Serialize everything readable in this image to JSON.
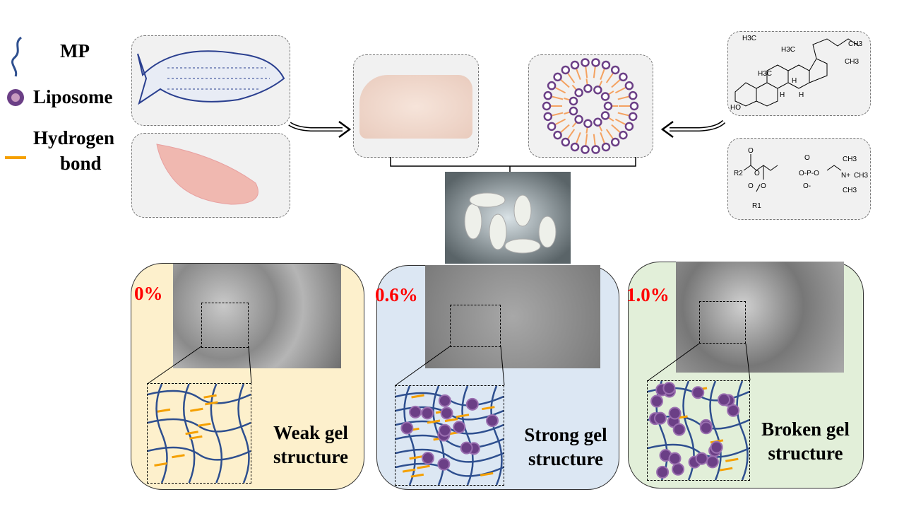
{
  "legend": {
    "mp": "MP",
    "liposome": "Liposome",
    "hydrogen_bond_line1": "Hydrogen",
    "hydrogen_bond_line2": "bond"
  },
  "colors": {
    "mp": "#2e4f8f",
    "liposome": "#6b3f86",
    "hydrogen_bond": "#f5a000",
    "percent": "#ff0000",
    "yellow_panel": "#fdf0cc",
    "blue_panel": "#dce7f3",
    "green_panel": "#e2efd9"
  },
  "panels": [
    {
      "percent": "0%",
      "label_line1": "Weak gel",
      "label_line2": "structure"
    },
    {
      "percent": "0.6%",
      "label_line1": "Strong gel",
      "label_line2": "structure"
    },
    {
      "percent": "1.0%",
      "label_line1": "Broken gel",
      "label_line2": "structure"
    }
  ],
  "cholesterol": {
    "h3c_top": "H3C",
    "ch3_right": "CH3",
    "h3c_mid": "H3C",
    "ch3_lower": "CH3",
    "h3c_left": "H3C",
    "h1": "H",
    "h2": "H",
    "h3": "H",
    "ho": "HO"
  },
  "phosphatidylcholine": {
    "r2": "R2",
    "r1": "R1",
    "o1": "O",
    "o2": "O",
    "o3": "O",
    "o4": "O",
    "p": "O-P-O",
    "o_top": "O",
    "o_minus": "O-",
    "n_plus": "N+",
    "ch3_a": "CH3",
    "ch3_b": "CH3",
    "ch3_c": "CH3"
  }
}
